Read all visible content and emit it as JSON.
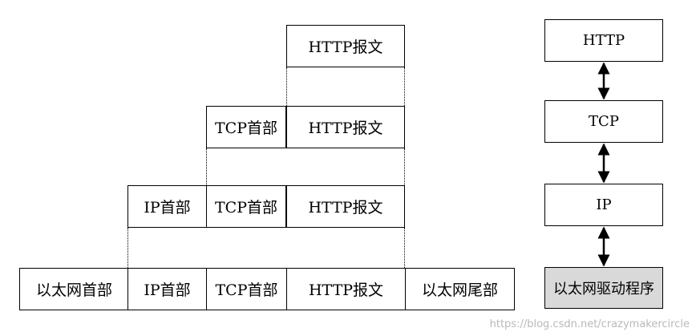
{
  "encapsulation": {
    "row1": [
      "HTTP报文"
    ],
    "row2": [
      "TCP首部",
      "HTTP报文"
    ],
    "row3": [
      "IP首部",
      "TCP首部",
      "HTTP报文"
    ],
    "row4": [
      "以太网首部",
      "IP首部",
      "TCP首部",
      "HTTP报文",
      "以太网尾部"
    ]
  },
  "stack": {
    "layers": [
      "HTTP",
      "TCP",
      "IP",
      "以太网驱动程序"
    ]
  },
  "watermark": "https://blog.csdn.net/crazymakercircle"
}
